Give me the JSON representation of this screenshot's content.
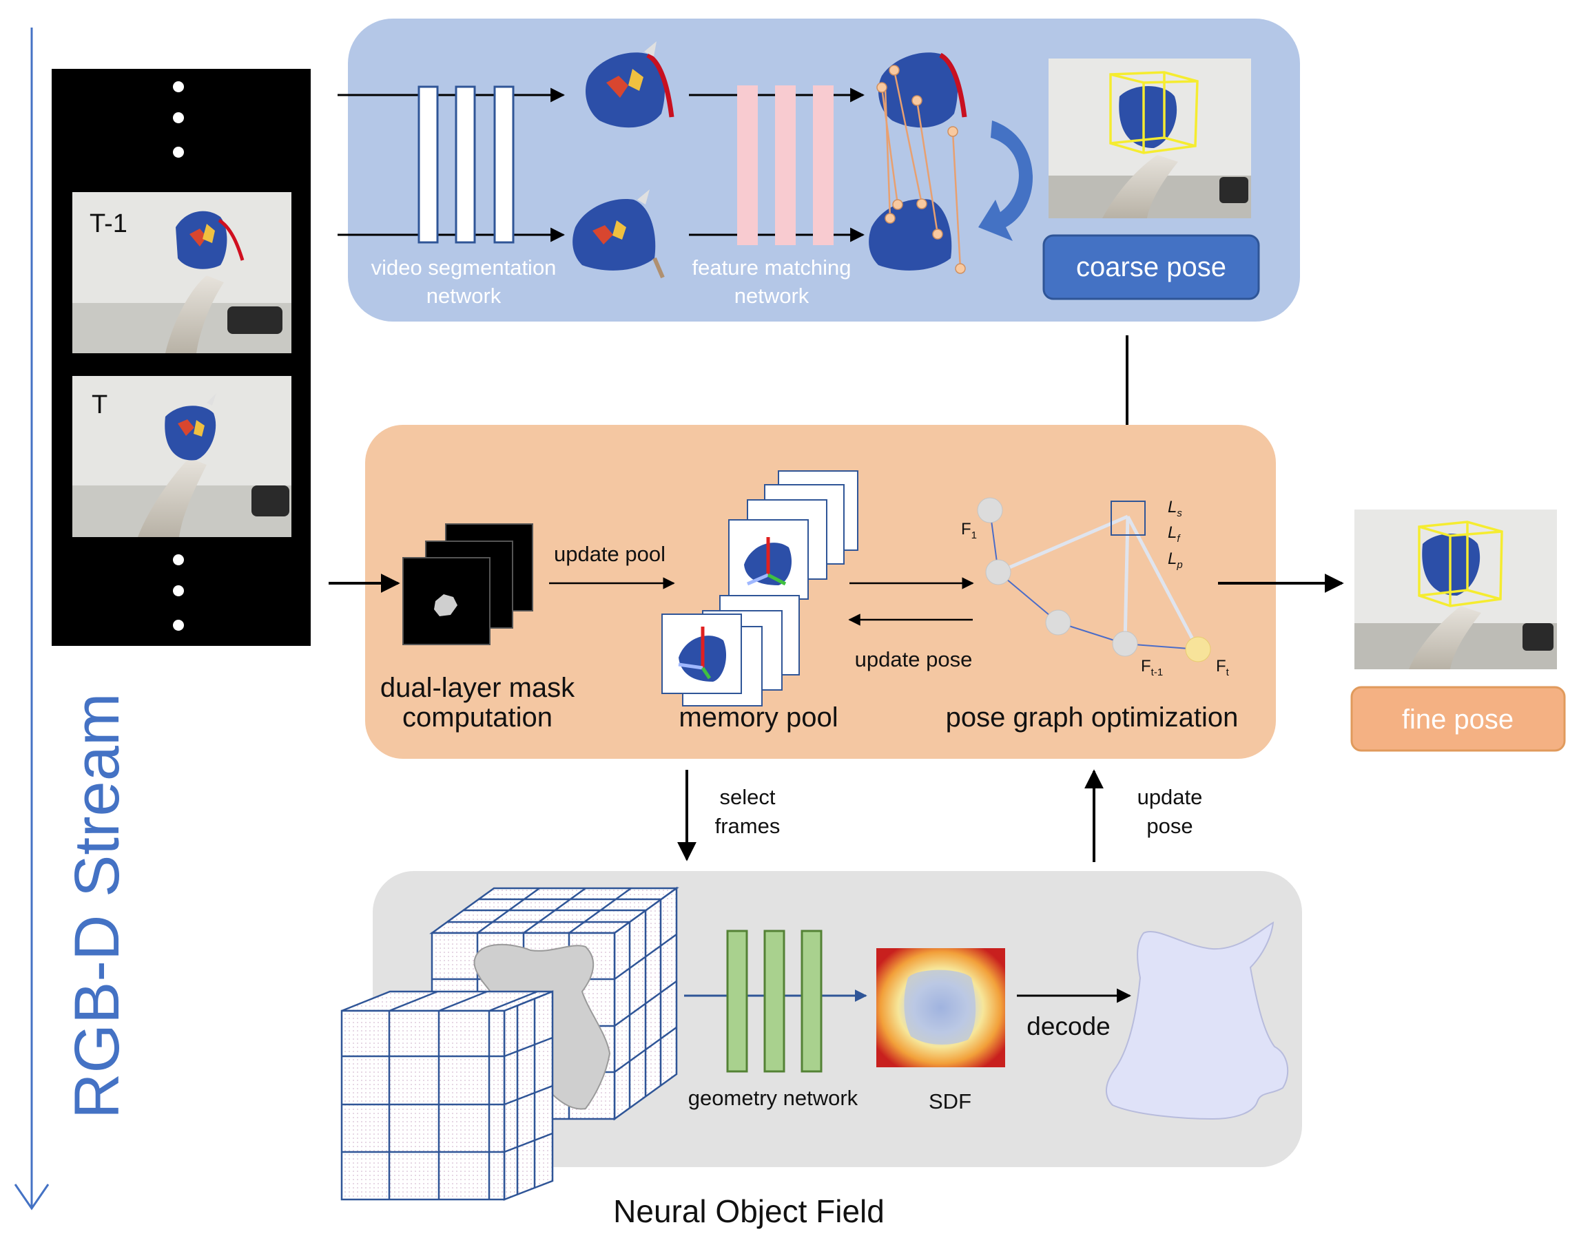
{
  "stream_label": "RGB-D Stream",
  "frames": {
    "prev_label": "T-1",
    "curr_label": "T"
  },
  "top_panel": {
    "seg_network_line1": "video segmentation",
    "seg_network_line2": "network",
    "match_network_line1": "feature matching",
    "match_network_line2": "network",
    "coarse_pose": "coarse pose"
  },
  "middle_panel": {
    "mask_line1": "dual-layer mask",
    "mask_line2": "computation",
    "update_pool": "update pool",
    "memory_pool": "memory pool",
    "update_pose": "update pose",
    "pose_graph": "pose graph optimization",
    "node_f1": "F",
    "node_f1_sub": "1",
    "node_ft1": "F",
    "node_ft1_sub": "t-1",
    "node_ft": "F",
    "node_ft_sub": "t",
    "loss_s": "L",
    "loss_s_sub": "s",
    "loss_f": "L",
    "loss_f_sub": "f",
    "loss_p": "L",
    "loss_p_sub": "p"
  },
  "output": {
    "fine_pose": "fine pose"
  },
  "connectors": {
    "select_line1": "select",
    "select_line2": "frames",
    "update_line1": "update",
    "update_line2": "pose"
  },
  "bottom_panel": {
    "geometry_network": "geometry network",
    "sdf": "SDF",
    "decode": "decode",
    "title": "Neural Object Field"
  },
  "colors": {
    "stream_blue": "#4472c4",
    "top_panel": "#b4c7e7",
    "middle_panel": "#f4c7a2",
    "bottom_panel": "#e2e2e2",
    "coarse_button": "#4472c4",
    "fine_button": "#f4b183",
    "seg_bars": "#2f5597",
    "match_bars": "#f8cbd0",
    "geom_bars": "#a9d18e"
  }
}
